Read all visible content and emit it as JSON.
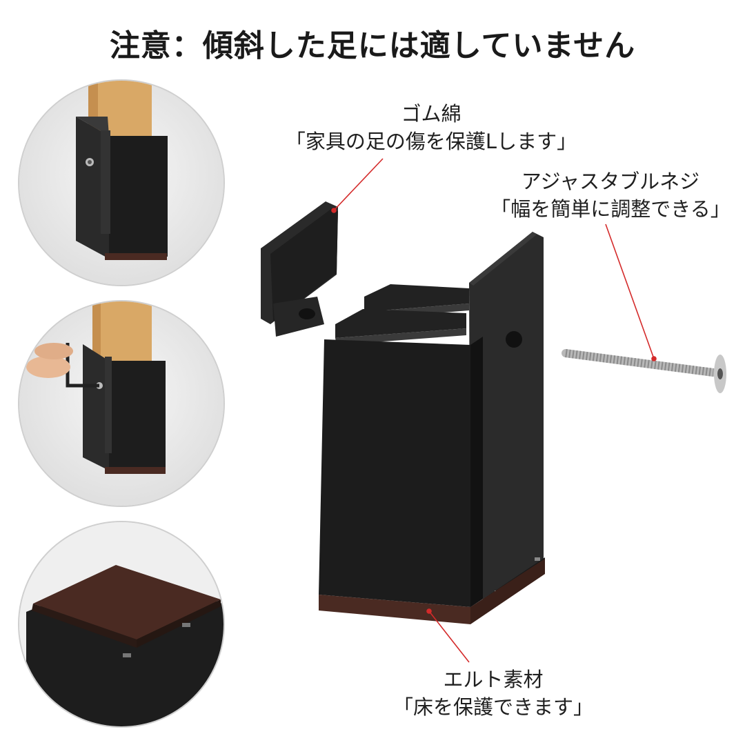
{
  "headline": "注意：傾斜した足には適していません",
  "callouts": {
    "rubber": {
      "name": "ゴム綿",
      "desc": "「家具の足の傷を保護Lします」"
    },
    "screw": {
      "name": "アジャスタブルネジ",
      "desc": "「幅を簡単に調整できる」"
    },
    "felt": {
      "name": "エルト素材",
      "desc": "「床を保護できます」"
    }
  },
  "colors": {
    "riser": "#1c1c1c",
    "wood": "#d9a866",
    "felt": "#4a2a22",
    "leader_line": "#d42a2a"
  }
}
